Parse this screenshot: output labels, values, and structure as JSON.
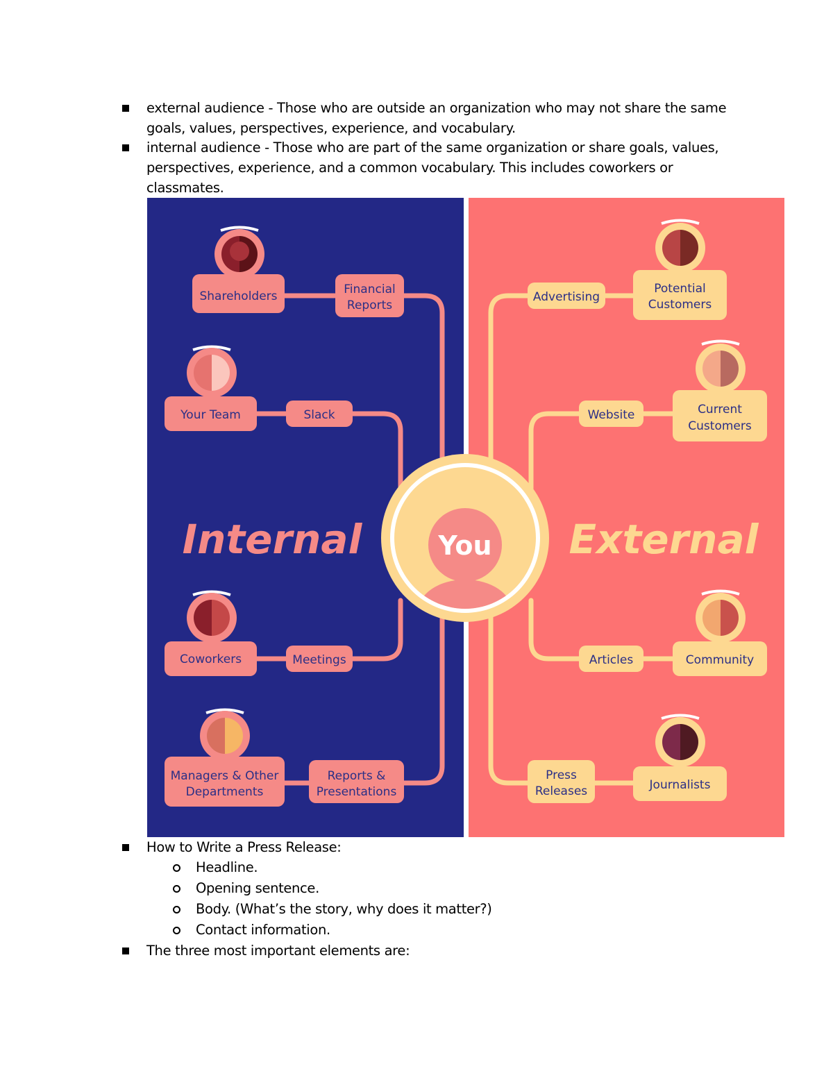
{
  "bullets_top": [
    {
      "term": "external audience",
      "line1": "external audience - Those who are outside an organization who may not share the same",
      "line2": "goals, values, perspectives, experience, and vocabulary."
    },
    {
      "term": "internal audience",
      "line1": "internal audience - Those who are part of the same organization or share goals, values,",
      "line2": "perspectives, experience, and a common vocabulary. This includes coworkers or",
      "line3": "classmates."
    }
  ],
  "diagram": {
    "center_label": "You",
    "internal_title": "Internal",
    "external_title": "External",
    "internal": [
      {
        "audience": "Shareholders",
        "channel_line1": "Financial",
        "channel_line2": "Reports"
      },
      {
        "audience": "Your Team",
        "channel_line1": "Slack",
        "channel_line2": ""
      },
      {
        "audience": "Coworkers",
        "channel_line1": "Meetings",
        "channel_line2": ""
      },
      {
        "audience_line1": "Managers & Other",
        "audience_line2": "Departments",
        "channel_line1": "Reports &",
        "channel_line2": "Presentations"
      }
    ],
    "external": [
      {
        "audience_line1": "Potential",
        "audience_line2": "Customers",
        "channel_line1": "Advertising",
        "channel_line2": ""
      },
      {
        "audience_line1": "Current",
        "audience_line2": "Customers",
        "channel_line1": "Website",
        "channel_line2": ""
      },
      {
        "audience_line1": "Community",
        "audience_line2": "",
        "channel_line1": "Articles",
        "channel_line2": ""
      },
      {
        "audience_line1": "Journalists",
        "audience_line2": "",
        "channel_line1": "Press",
        "channel_line2": "Releases"
      }
    ],
    "colors": {
      "internal_bg": "#232886",
      "external_bg": "#fd7272",
      "salmon": "#f58a87",
      "yellow": "#fdd891",
      "text_dark": "#2b2f86"
    }
  },
  "bullets_bottom": {
    "heading": "How to Write a Press Release:",
    "steps": [
      "Headline.",
      "Opening sentence.",
      "Body. (What’s the story, why does it matter?)",
      "Contact information."
    ],
    "closing": "The three most important elements are:"
  }
}
